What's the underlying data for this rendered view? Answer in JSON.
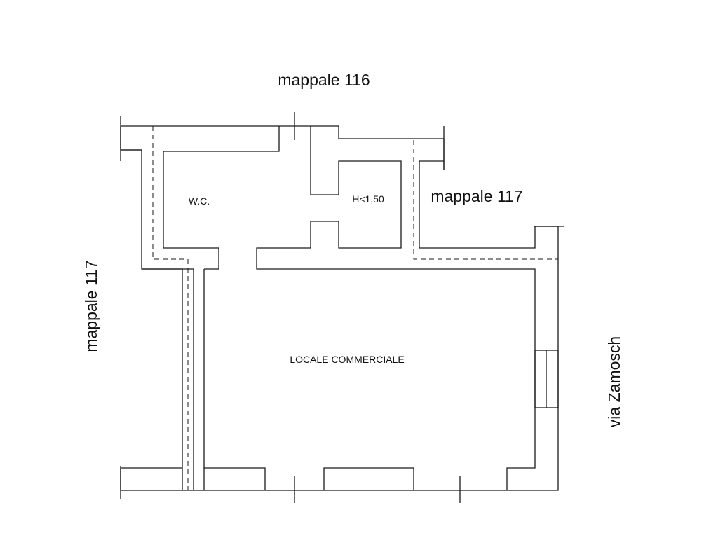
{
  "labels": {
    "north_neighbor": "mappale 116",
    "east_neighbor": "mappale 117",
    "west_neighbor": "mappale 117",
    "street": "via Zamosch",
    "room_wc": "W.C.",
    "room_storage": "H<1,50",
    "room_main": "LOCALE COMMERCIALE"
  }
}
